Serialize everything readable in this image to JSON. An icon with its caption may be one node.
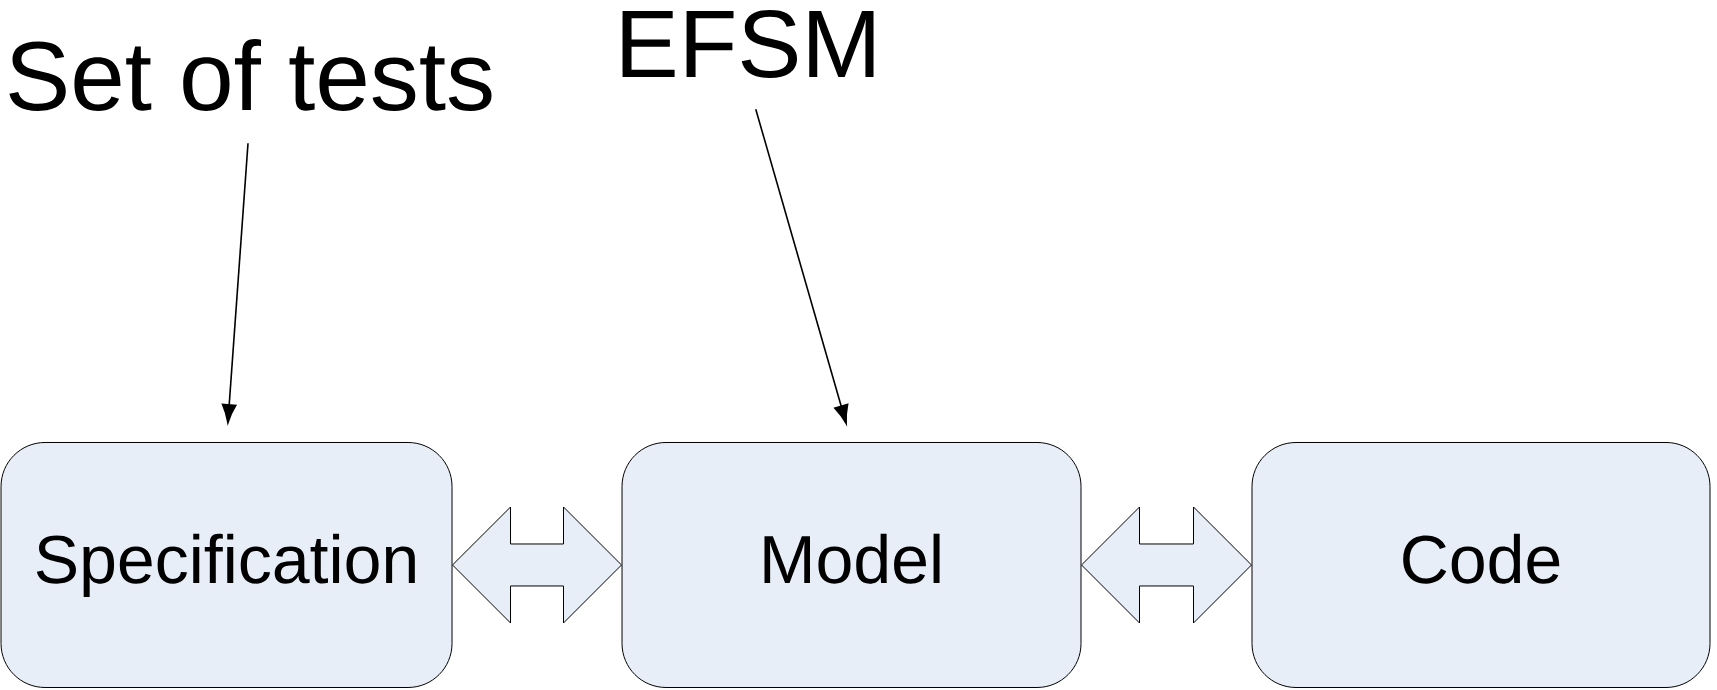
{
  "diagram": {
    "nodes": [
      {
        "text": [
          "Set of tests"
        ]
      },
      {
        "text": [
          "EFSM"
        ]
      },
      {
        "text": [
          "Specification"
        ]
      },
      {
        "text": [
          "Model"
        ]
      },
      {
        "text": [
          "Code"
        ]
      }
    ],
    "edges": [
      {
        "from": 0,
        "to": 2,
        "arrow": "to"
      },
      {
        "from": 1,
        "to": 3,
        "arrow": "to"
      },
      {
        "from": 2,
        "to": 3,
        "arrow": "both"
      },
      {
        "from": 3,
        "to": 4,
        "arrow": "both"
      }
    ]
  }
}
